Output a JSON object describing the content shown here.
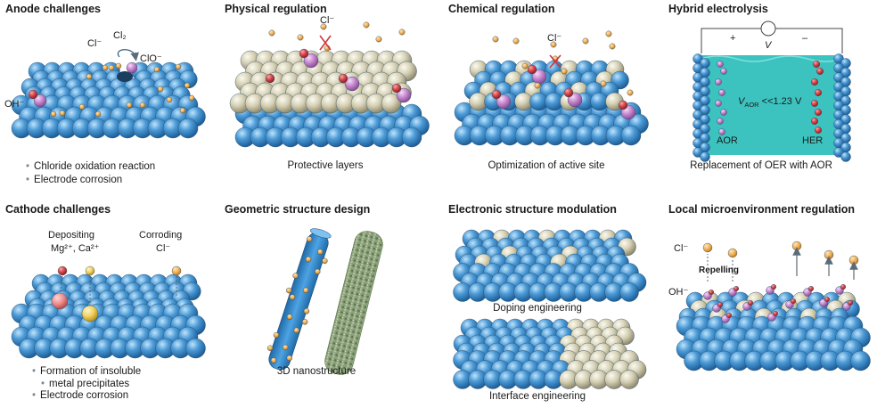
{
  "panels": {
    "anode": {
      "title": "Anode challenges",
      "labels": {
        "cl": "Cl⁻",
        "cl2": "Cl₂",
        "clo": "ClO⁻",
        "oh": "OH⁻"
      },
      "bullets": [
        "Chloride oxidation reaction",
        "Electrode corrosion"
      ]
    },
    "physical": {
      "title": "Physical regulation",
      "labels": {
        "cl": "Cl⁻"
      },
      "caption": "Protective layers"
    },
    "chemical": {
      "title": "Chemical regulation",
      "labels": {
        "cl": "Cl⁻"
      },
      "caption": "Optimization of active site"
    },
    "hybrid": {
      "title": "Hybrid electrolysis",
      "labels": {
        "plus": "+",
        "minus": "–",
        "v": "V",
        "vaor": "V",
        "vaor_sub": "AOR",
        "vaor_rest": " <<1.23 V",
        "aor": "AOR",
        "her": "HER"
      },
      "caption": "Replacement of OER with AOR"
    },
    "cathode": {
      "title": "Cathode challenges",
      "labels": {
        "depositing": "Depositing",
        "ions": "Mg²⁺, Ca²⁺",
        "corroding": "Corroding",
        "cl": "Cl⁻"
      },
      "bullets": [
        "Formation of insoluble",
        "metal precipitates",
        "Electrode corrosion"
      ]
    },
    "geometric": {
      "title": "Geometric structure design",
      "caption": "3D nanostructure"
    },
    "electronic": {
      "title": "Electronic structure modulation",
      "caption1": "Doping engineering",
      "caption2": "Interface engineering"
    },
    "local": {
      "title": "Local microenvironment regulation",
      "labels": {
        "cl": "Cl⁻",
        "repelling": "Repelling",
        "oh": "OH⁻"
      }
    }
  },
  "colors": {
    "blue_sphere": "#3f8fcf",
    "beige_sphere": "#d6d2b8",
    "pink_sphere": "#c98bd0",
    "red_sphere": "#d9474a",
    "orange_dot": "#f3b35a",
    "electrolyte": "#3cc3bf",
    "yellow_sphere": "#f0d060"
  }
}
